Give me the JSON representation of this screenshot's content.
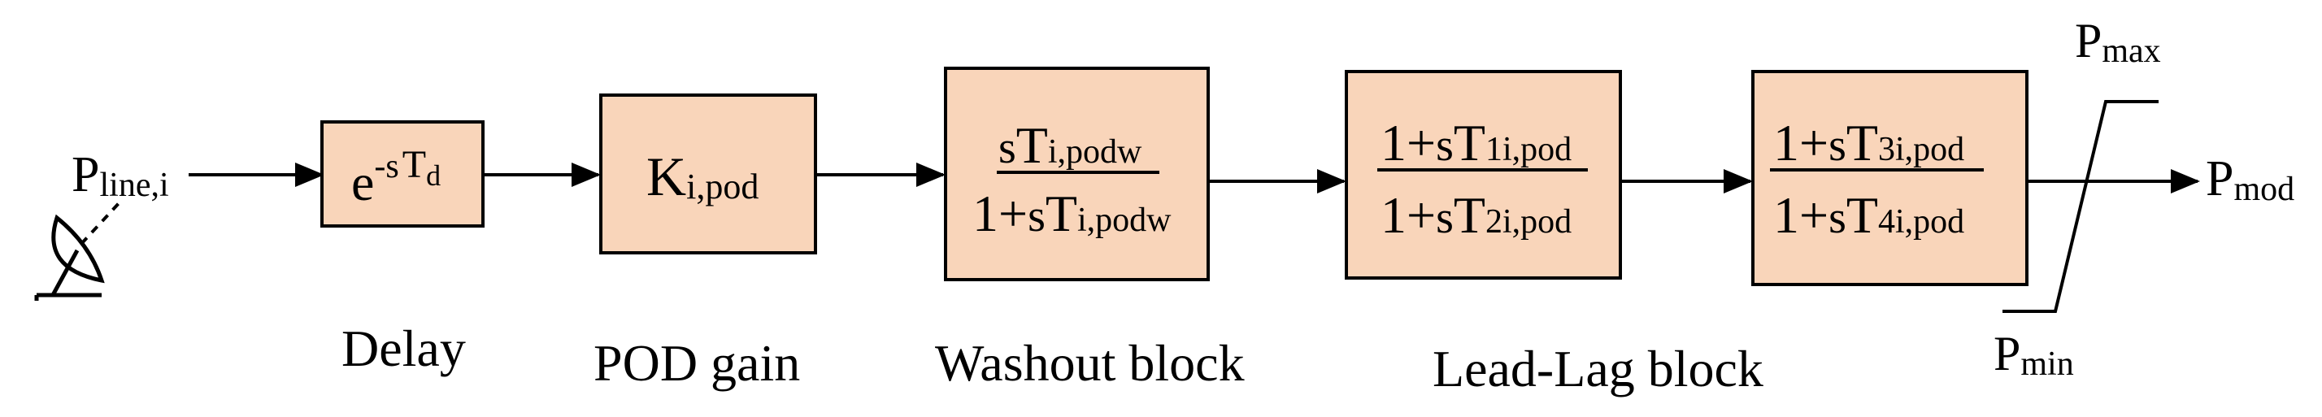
{
  "colors": {
    "block_fill": "#f9d5ba",
    "line": "#000000",
    "background": "#ffffff"
  },
  "input": {
    "label_main": "P",
    "label_sub": "line,i",
    "icon": "satellite-dish-icon"
  },
  "output": {
    "label_main": "P",
    "label_sub": "mod"
  },
  "limiter": {
    "max_main": "P",
    "max_sub": "max",
    "min_main": "P",
    "min_sub": "min"
  },
  "blocks": {
    "delay": {
      "base": "e",
      "exp_s": "-s",
      "exp_T": "T",
      "exp_sub": "d",
      "caption": "Delay"
    },
    "pod_gain": {
      "main": "K",
      "sub": "i,pod",
      "caption": "POD gain"
    },
    "washout": {
      "num_s": "s",
      "num_T": "T",
      "num_sub": "i,podw",
      "den_one": "1+",
      "den_s": "s",
      "den_T": "T",
      "den_sub": "i,podw",
      "caption": "Washout block"
    },
    "lead_lag_1": {
      "num_one": "1+",
      "num_s": "s",
      "num_T": "T",
      "num_sub": "1i,pod",
      "den_one": "1+",
      "den_s": "s",
      "den_T": "T",
      "den_sub": "2i,pod"
    },
    "lead_lag_2": {
      "num_one": "1+",
      "num_s": "s",
      "num_T": "T",
      "num_sub": "3i,pod",
      "den_one": "1+",
      "den_s": "s",
      "den_T": "T",
      "den_sub": "4i,pod"
    },
    "lead_lag_caption": "Lead-Lag block"
  }
}
